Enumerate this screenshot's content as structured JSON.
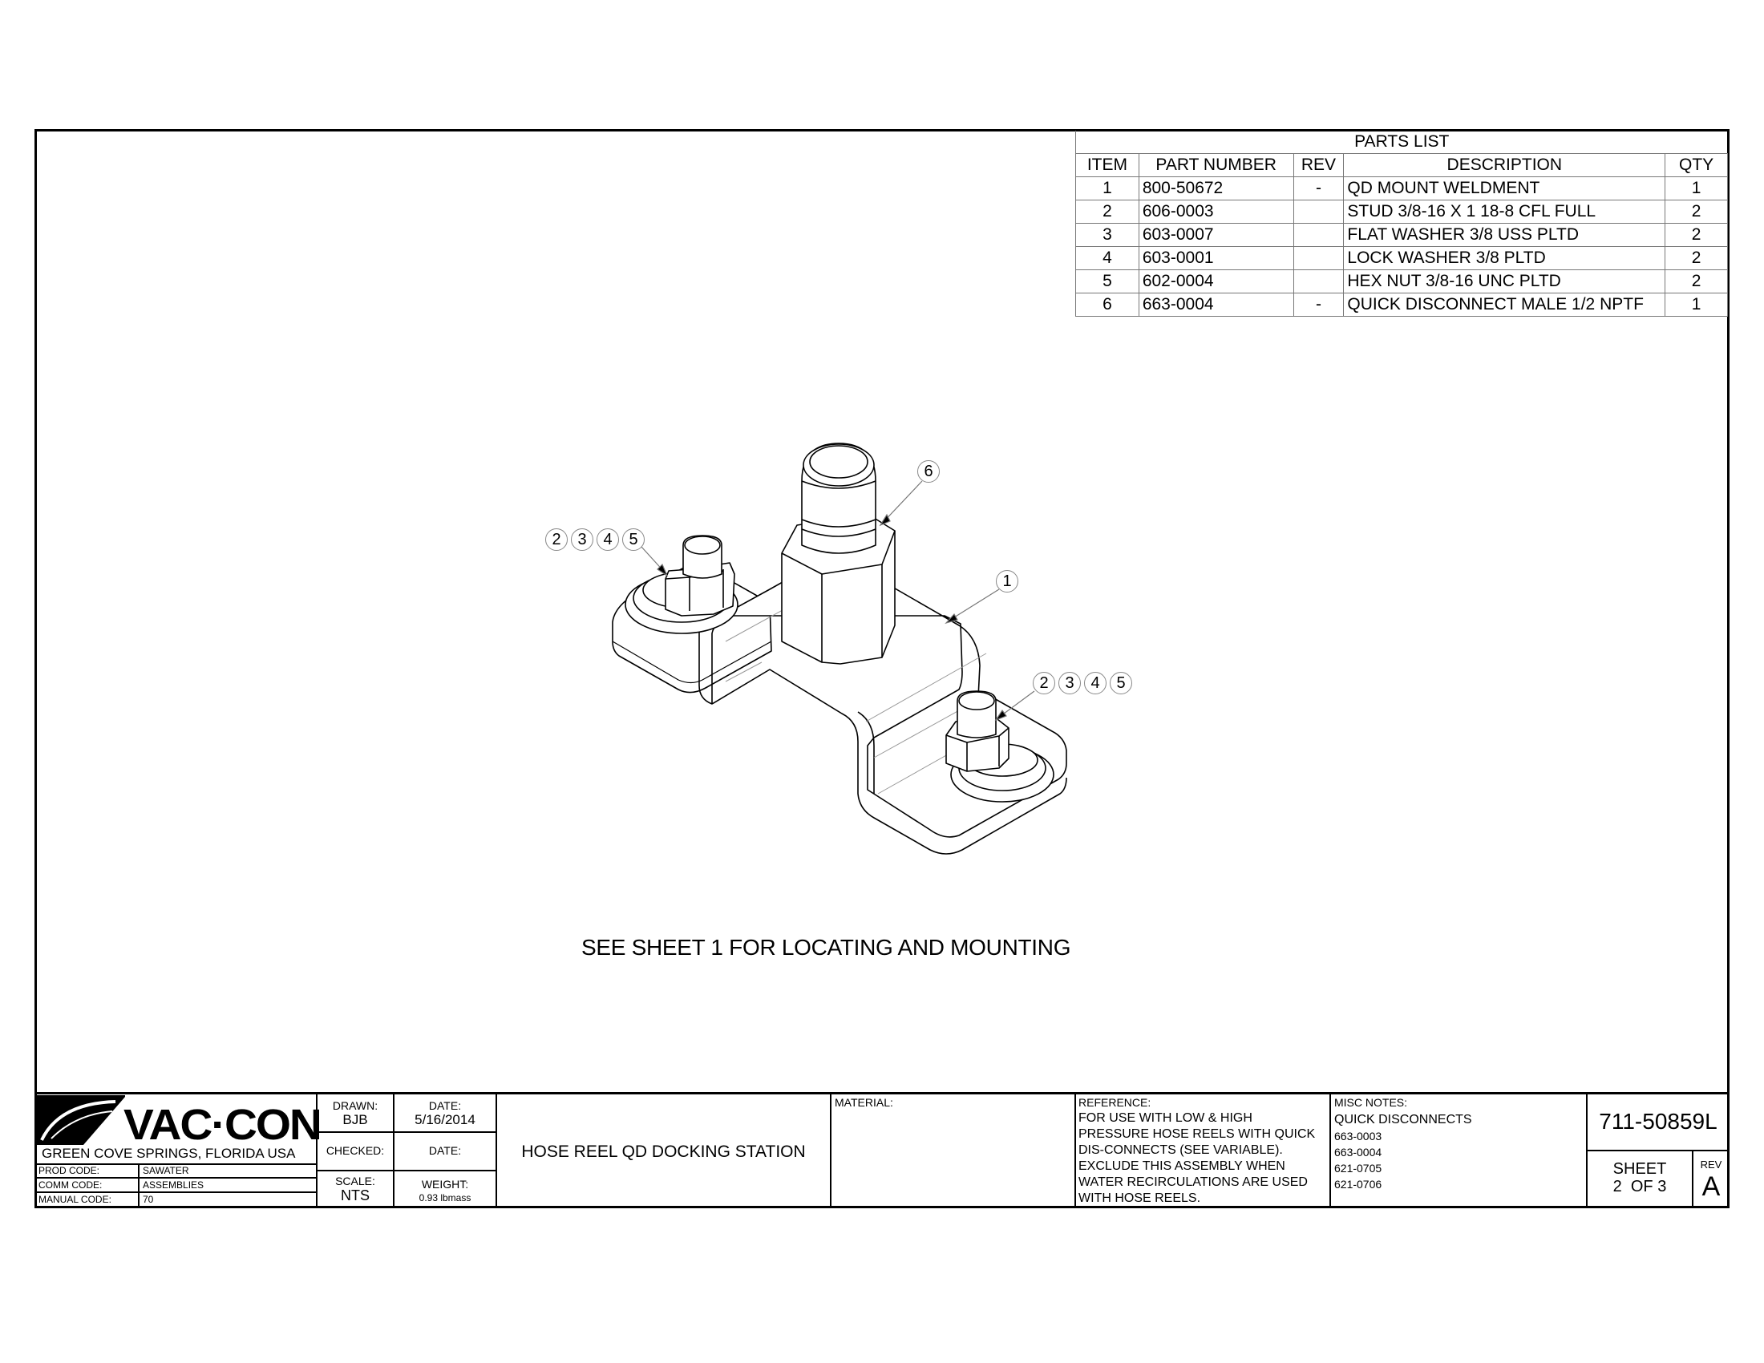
{
  "parts_list": {
    "title": "PARTS LIST",
    "headers": [
      "ITEM",
      "PART NUMBER",
      "REV",
      "DESCRIPTION",
      "QTY"
    ],
    "rows": [
      {
        "item": "1",
        "part_number": "800-50672",
        "rev": "-",
        "description": "QD MOUNT WELDMENT",
        "qty": "1"
      },
      {
        "item": "2",
        "part_number": "606-0003",
        "rev": "",
        "description": "STUD 3/8-16 X 1 18-8 CFL FULL",
        "qty": "2"
      },
      {
        "item": "3",
        "part_number": "603-0007",
        "rev": "",
        "description": "FLAT WASHER 3/8 USS PLTD",
        "qty": "2"
      },
      {
        "item": "4",
        "part_number": "603-0001",
        "rev": "",
        "description": "LOCK WASHER 3/8 PLTD",
        "qty": "2"
      },
      {
        "item": "5",
        "part_number": "602-0004",
        "rev": "",
        "description": "HEX NUT 3/8-16 UNC PLTD",
        "qty": "2"
      },
      {
        "item": "6",
        "part_number": "663-0004",
        "rev": "-",
        "description": "QUICK DISCONNECT MALE 1/2 NPTF",
        "qty": "1"
      }
    ]
  },
  "drawing": {
    "balloons": {
      "qd_fitting": "6",
      "weldment": "1",
      "left_hardware": [
        "2",
        "3",
        "4",
        "5"
      ],
      "right_hardware": [
        "2",
        "3",
        "4",
        "5"
      ]
    },
    "note": "SEE SHEET 1 FOR LOCATING AND MOUNTING"
  },
  "title_block": {
    "logo_text": "VAC·CON",
    "location": "GREEN COVE SPRINGS, FLORIDA USA",
    "codes": [
      {
        "label": "PROD CODE:",
        "value": "SAWATER"
      },
      {
        "label": "COMM CODE:",
        "value": "ASSEMBLIES"
      },
      {
        "label": "MANUAL CODE:",
        "value": "70"
      }
    ],
    "drawn_label": "DRAWN:",
    "drawn_value": "BJB",
    "date_label": "DATE:",
    "date_value": "5/16/2014",
    "checked_label": "CHECKED:",
    "checked_date_label": "DATE:",
    "scale_label": "SCALE:",
    "scale_value": "NTS",
    "weight_label": "WEIGHT:",
    "weight_value": "0.93 lbmass",
    "drawing_title": "HOSE REEL QD DOCKING STATION",
    "material_label": "MATERIAL:",
    "material_value": "",
    "reference_label": "REFERENCE:",
    "reference_lines": [
      "FOR USE WITH LOW & HIGH",
      "PRESSURE HOSE REELS WITH QUICK",
      "DIS-CONNECTS (SEE VARIABLE).",
      "EXCLUDE THIS ASSEMBLY WHEN",
      "WATER RECIRCULATIONS ARE USED",
      "WITH HOSE REELS."
    ],
    "misc_notes_label": "MISC NOTES:",
    "misc_notes_lines": [
      "QUICK DISCONNECTS",
      "663-0003",
      "663-0004",
      "621-0705",
      "621-0706"
    ],
    "part_number": "711-50859L",
    "sheet_label": "SHEET",
    "sheet_value": "2  OF 3",
    "rev_label": "REV",
    "rev_value": "A"
  }
}
